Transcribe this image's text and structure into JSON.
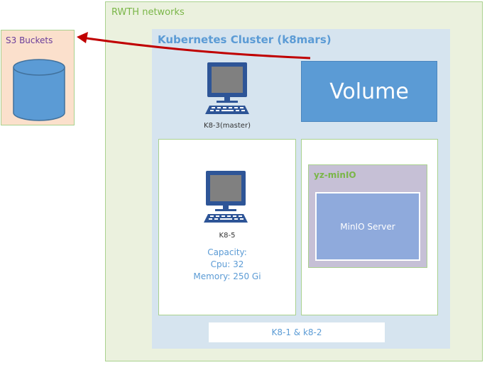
{
  "s3": {
    "label": "S3 Buckets",
    "icon": "database-cylinder-icon"
  },
  "rwth": {
    "label": "RWTH networks"
  },
  "cluster": {
    "title": "Kubernetes Cluster (k8mars)"
  },
  "volume": {
    "label": "Volume"
  },
  "master": {
    "label": "K8-3(master)",
    "icon": "computer-icon"
  },
  "worker": {
    "label": "K8-5",
    "icon": "computer-icon",
    "capacity_title": "Capacity:",
    "cpu": "Cpu: 32",
    "memory": "Memory: 250 Gi"
  },
  "namespace": {
    "label": "yz-minIO",
    "server": "MinIO Server"
  },
  "other_nodes": {
    "label": "K8-1 & k8-2"
  },
  "colors": {
    "rwth_fill": "#ebf1de",
    "cluster_fill": "#d6e4ef",
    "accent_blue": "#5b9bd5",
    "arrow_red": "#c00000",
    "s3_fill": "#fbe0cc",
    "namespace_fill": "#c6c0d6",
    "server_fill": "#8faadc"
  }
}
